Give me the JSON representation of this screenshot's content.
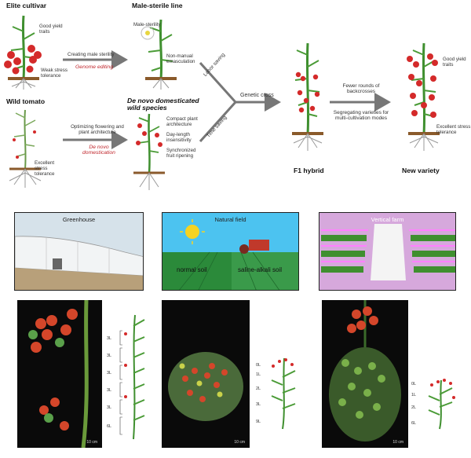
{
  "breeding": {
    "elite_cultivar": "Elite cultivar",
    "good_yield_traits": "Good yield traits",
    "weak_stress_tolerance": "Weak stress tolerance",
    "creating_male_sterility": "Creating male sterility",
    "genome_editing": "Genome editing",
    "male_sterile_line": "Male-sterile line",
    "male_sterility": "Male-sterility",
    "non_manual_emasculation": "Non-manual emasculation",
    "wild_tomato": "Wild tomato",
    "excellent_stress_tolerance": "Excellent stress tolerance",
    "optimizing": "Optimizing flowering and plant architecture",
    "de_novo_domestication": "De novo domestication",
    "de_novo_wild_species": "De novo domesticated wild species",
    "compact_plant": "Compact plant architecture",
    "day_length": "Day-length insensitivity",
    "synchronized": "Synchronized fruit ripening",
    "labor_saving": "Labor saving",
    "time_saving": "Time saving",
    "genetic_cross": "Genetic cross",
    "fewer_rounds": "Fewer rounds of backcrosses",
    "segregating": "Segregating varieties for multi-cultivation modes",
    "f1_hybrid": "F1 hybrid",
    "new_variety": "New variety",
    "good_yield_traits_2": "Good yield traits",
    "excellent_stress_tolerance_2": "Excellent stress tolerance"
  },
  "modes": {
    "greenhouse": "Greenhouse",
    "natural_field": "Natural field",
    "normal_soil": "normal soil",
    "saline_alkali_soil": "saline-alkali soil",
    "vertical_farm": "Vertical farm"
  },
  "photos": {
    "scale_1": "10 cm",
    "scale_2": "10 cm",
    "scale_3": "10 cm",
    "schema_1": [
      "3L",
      "3L",
      "3L",
      "3L",
      "3L",
      "6L"
    ],
    "schema_2": [
      "0L",
      "1L",
      "2L",
      "3L",
      "9L"
    ],
    "schema_3": [
      "0L",
      "1L",
      "2L",
      "6L"
    ]
  },
  "colors": {
    "tomato_red": "#d42a2a",
    "stem_green": "#3f8f2f",
    "arrow_gray": "#777777",
    "text_red": "#c0262c",
    "sky_blue": "#4cc3f0",
    "field_green": "#2b8a3a",
    "farm_magenta": "#d268d6"
  }
}
